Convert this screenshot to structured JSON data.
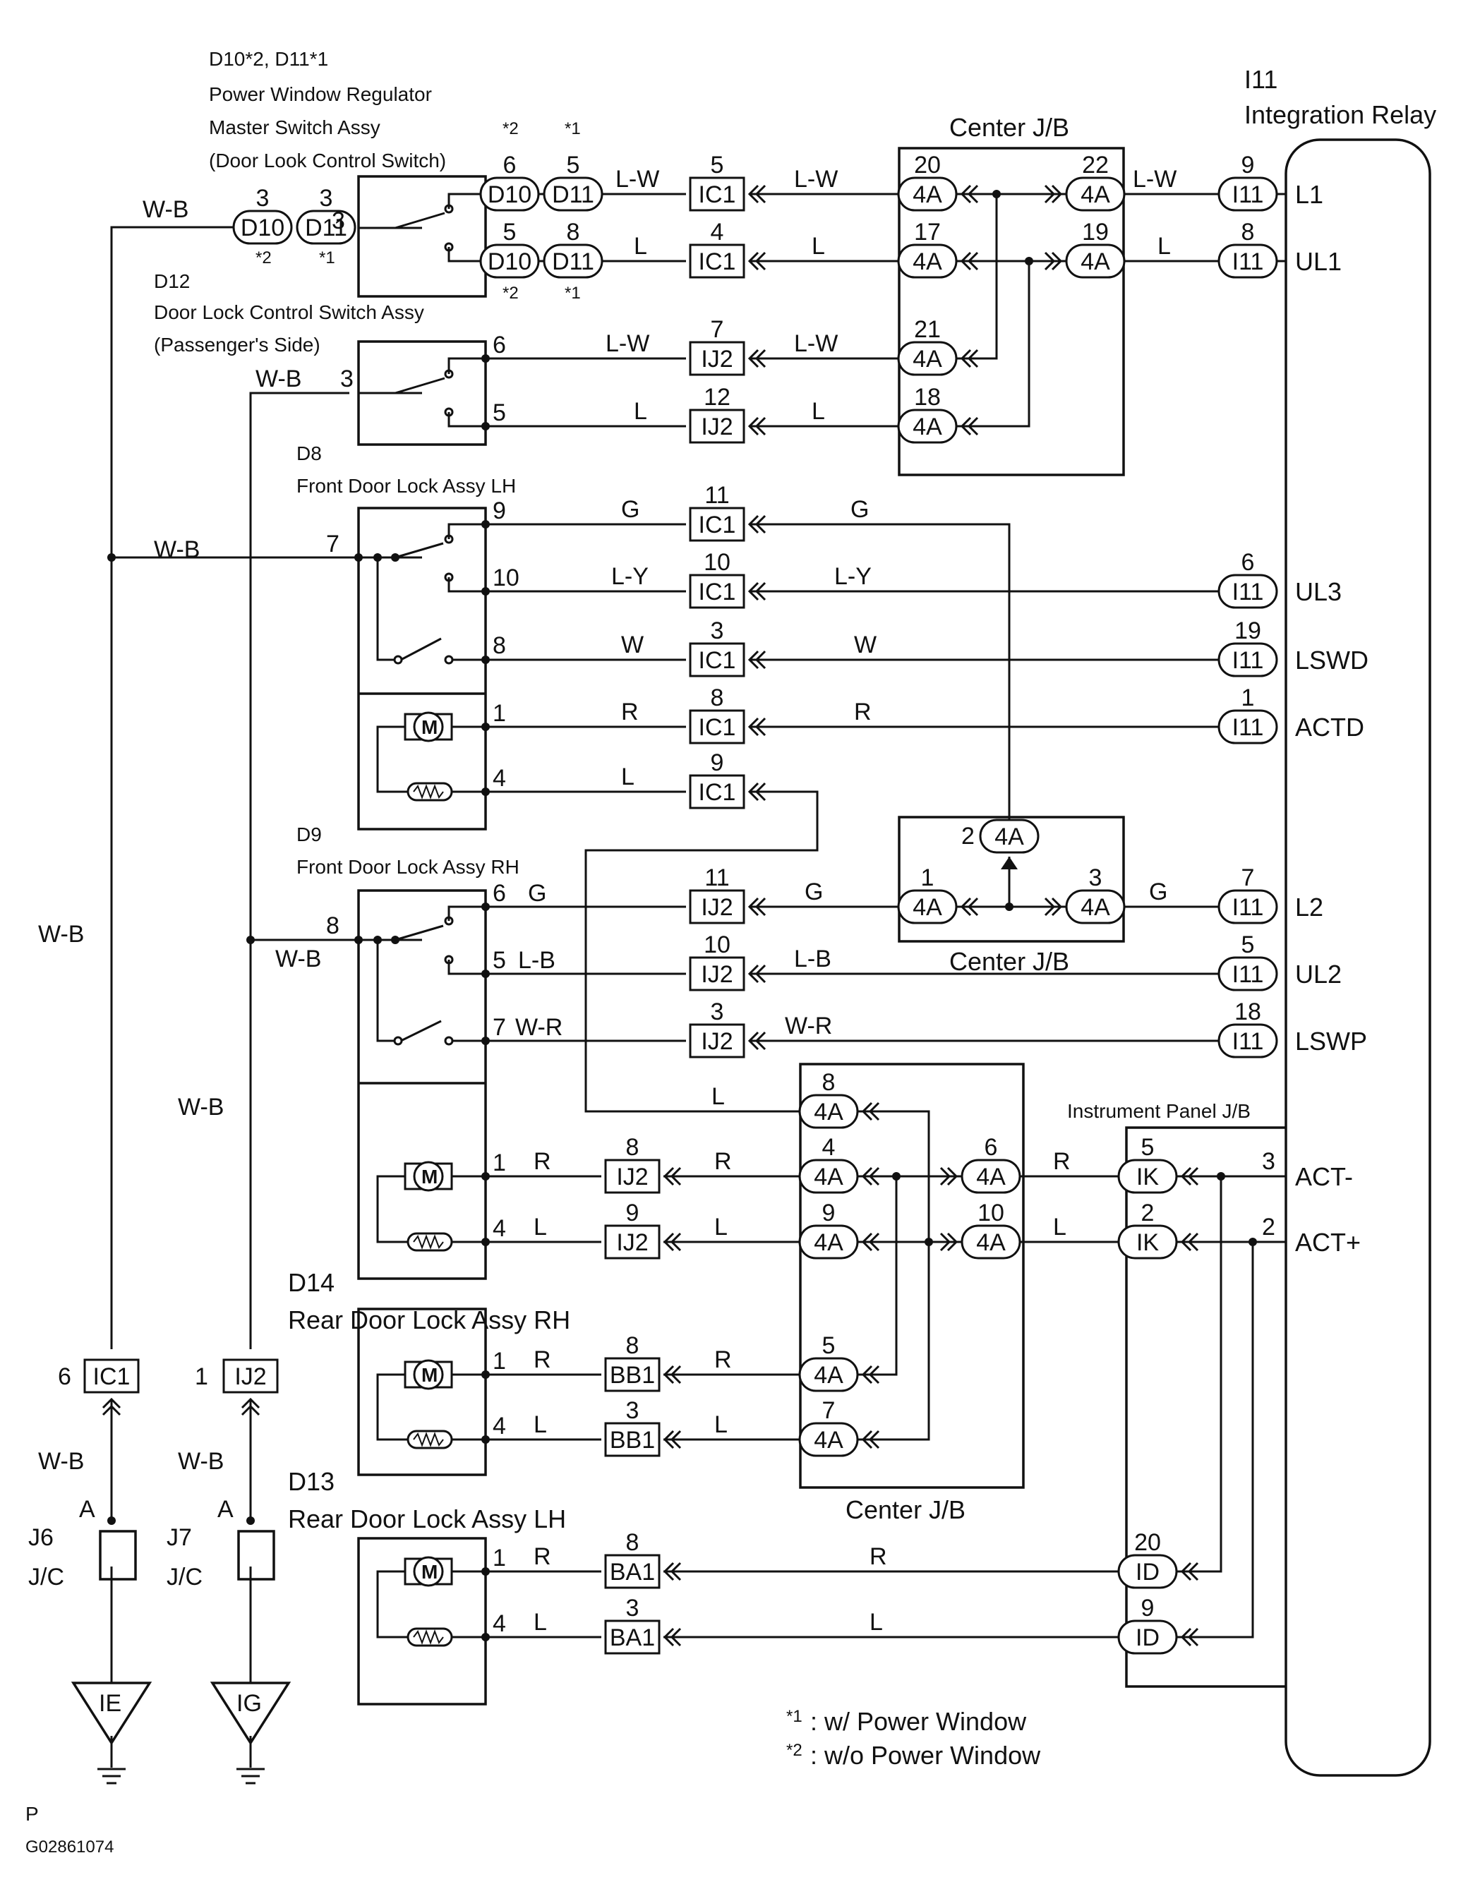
{
  "components": {
    "master_switch": {
      "ids": "D10*2, D11*1",
      "name": "Power Window Regulator",
      "name2": "Master Switch Assy",
      "name3": "(Door Look Control Switch)"
    },
    "passenger_switch": {
      "id": "D12",
      "name": "Door Lock Control Switch Assy",
      "name2": "(Passenger's Side)"
    },
    "front_lh": {
      "id": "D8",
      "name": "Front Door Lock Assy LH"
    },
    "front_rh": {
      "id": "D9",
      "name": "Front Door Lock Assy RH"
    },
    "rear_rh": {
      "id": "D14",
      "name": "Rear Door Lock Assy RH"
    },
    "rear_lh": {
      "id": "D13",
      "name": "Rear Door Lock Assy LH"
    },
    "relay": {
      "id": "I11",
      "name": "Integration Relay"
    },
    "center_jb": "Center J/B",
    "ip_jb": "Instrument Panel J/B",
    "j6": {
      "id": "J6",
      "jc": "J/C",
      "pin": "A"
    },
    "j7": {
      "id": "J7",
      "jc": "J/C",
      "pin": "A"
    },
    "ground_ie": "IE",
    "ground_ig": "IG"
  },
  "relay_terminals": [
    "L1",
    "UL1",
    "UL3",
    "LSWD",
    "ACTD",
    "L2",
    "UL2",
    "LSWP",
    "ACT-",
    "ACT+"
  ],
  "connectors": [
    "D10",
    "D11",
    "IC1",
    "IJ2",
    "4A",
    "I11",
    "IK",
    "ID",
    "BB1",
    "BA1",
    "M"
  ],
  "wire_colors": [
    "W-B",
    "L-W",
    "L",
    "G",
    "L-Y",
    "W",
    "R",
    "L-B",
    "W-R"
  ],
  "pins": [
    "1",
    "2",
    "3",
    "4",
    "5",
    "6",
    "7",
    "8",
    "9",
    "10",
    "11",
    "12",
    "17",
    "18",
    "19",
    "20",
    "21",
    "22"
  ],
  "notes": {
    "n1_mark": "*1",
    "n1": ": w/ Power Window",
    "n2_mark": "*2",
    "n2": ": w/o Power Window",
    "star1": "*1",
    "star2": "*2"
  },
  "footer": {
    "letter": "P",
    "code": "G02861074"
  }
}
